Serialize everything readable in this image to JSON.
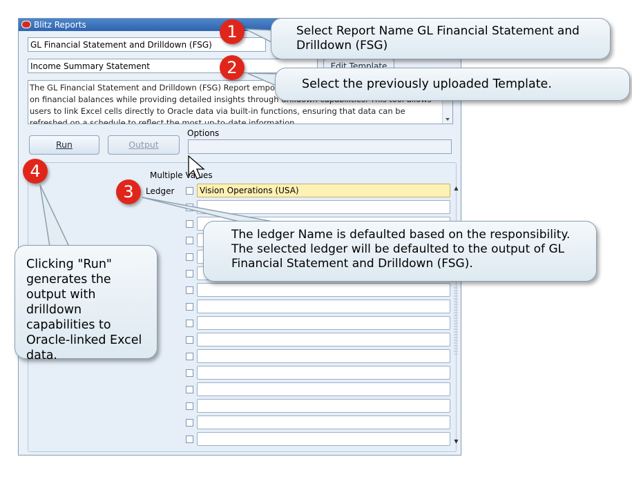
{
  "window": {
    "title": "Blitz Reports",
    "report_name": "GL Financial Statement and Drilldown (FSG)",
    "template_name": "Income Summary Statement",
    "edit_template_label": "Edit Template",
    "description": "The GL Financial Statement and Drilldown (FSG) Report empowers users to generate detailed reports on financial balances while providing detailed insights through drilldown capabilities. This tool allows users to link Excel cells directly to Oracle data via built-in functions, ensuring that data can be refreshed on a schedule to reflect the most up-to-date information.",
    "run_label": "Run",
    "output_label": "Output",
    "options_label": "Options",
    "options_value": "",
    "multiple_values_label": "Multiple Values",
    "ledger_label": "Ledger",
    "ledger_value": "Vision Operations (USA)"
  },
  "callouts": {
    "c1": {
      "badge": "1",
      "text": "Select Report Name GL Financial Statement and Drilldown (FSG)"
    },
    "c2": {
      "badge": "2",
      "text": "Select the previously uploaded Template."
    },
    "c3": {
      "badge": "3",
      "text": "The ledger Name is defaulted based on the responsibility. The selected ledger will be defaulted to the output of GL Financial Statement and Drilldown (FSG)."
    },
    "c4": {
      "badge": "4",
      "text": "Clicking \"Run\" generates the output with drilldown capabilities to Oracle-linked Excel data."
    }
  },
  "colors": {
    "badge": "#e0261b",
    "active_field": "#fdf1b4",
    "titlebar": "#2f64b0"
  }
}
